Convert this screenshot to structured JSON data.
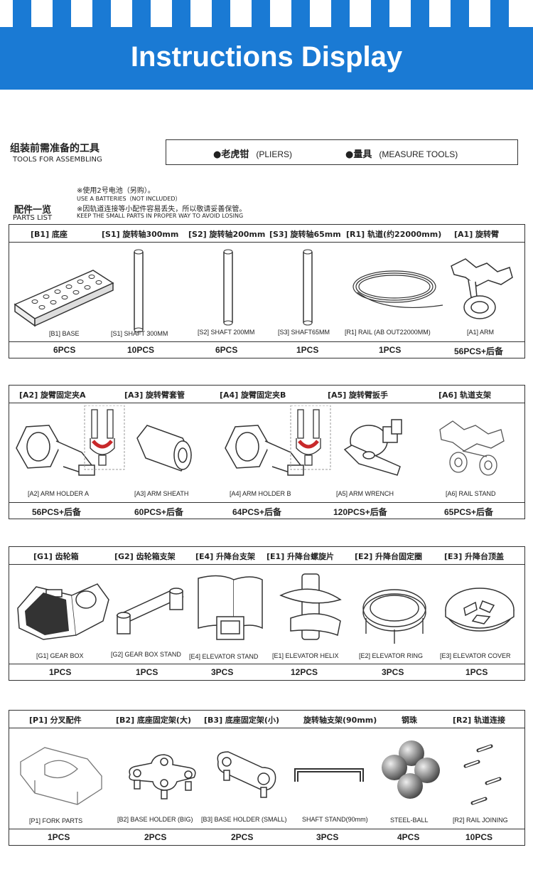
{
  "header": {
    "title": "Instructions Display"
  },
  "tools": {
    "title_zh": "组装前需准备的工具",
    "title_en": "TOOLS FOR ASSEMBLING",
    "items": [
      {
        "zh": "●老虎钳",
        "en": "(PLIERS)"
      },
      {
        "zh": "●量具",
        "en": "(MEASURE TOOLS)"
      }
    ]
  },
  "parts_list": {
    "title_zh": "配件一览",
    "title_en": "PARTS LIST",
    "notes": [
      "※使用2号电池（另购）。",
      "USE A BATTERIES（NOT INCLUDED）",
      "※因轨道连接等小配件容易丢失，所以敬请妥善保管。",
      "KEEP THE SMALL PARTS IN PROPER WAY TO AVOID LOSING"
    ]
  },
  "panels": [
    {
      "headers": [
        "[B1] 底座",
        "[S1] 旋转轴300mm",
        "[S2] 旋转轴200mm",
        "[S3] 旋转轴65mm",
        "[R1] 轨道(约22000mm)",
        "[A1] 旋转臂"
      ],
      "labels": [
        "[B1] BASE",
        "[S1] SHAFT 300MM",
        "[S2] SHAFT 200MM",
        "[S3] SHAFT65MM",
        "[R1] RAIL  (AB  OUT22000MM)",
        "[A1] ARM"
      ],
      "quantities": [
        "6PCS",
        "10PCS",
        "6PCS",
        "1PCS",
        "1PCS",
        "56PCS+后备"
      ]
    },
    {
      "headers": [
        "[A2] 旋臂固定夹A",
        "[A3] 旋转臂套管",
        "[A4] 旋臂固定夹B",
        "[A5] 旋转臂扳手",
        "[A6] 轨道支架"
      ],
      "labels": [
        "[A2] ARM HOLDER A",
        "[A3] ARM SHEATH",
        "[A4] ARM HOLDER B",
        "[A5] ARM WRENCH",
        "[A6] RAIL STAND"
      ],
      "quantities": [
        "56PCS+后备",
        "60PCS+后备",
        "64PCS+后备",
        "120PCS+后备",
        "65PCS+后备"
      ]
    },
    {
      "headers": [
        "[G1] 齿轮箱",
        "[G2] 齿轮箱支架",
        "[E4] 升降台支架",
        "[E1] 升降台螺旋片",
        "[E2] 升降台固定圈",
        "[E3] 升降台顶盖"
      ],
      "labels": [
        "[G1] GEAR BOX",
        "[G2] GEAR BOX STAND",
        "[E4] ELEVATOR STAND",
        "[E1] ELEVATOR HELIX",
        "[E2] ELEVATOR RING",
        "[E3] ELEVATOR COVER"
      ],
      "quantities": [
        "1PCS",
        "1PCS",
        "3PCS",
        "12PCS",
        "3PCS",
        "1PCS"
      ]
    },
    {
      "headers": [
        "[P1] 分叉配件",
        "[B2] 底座固定架(大)",
        "[B3] 底座固定架(小)",
        "旋转轴支架(90mm)",
        "钢珠",
        "[R2] 轨道连接"
      ],
      "labels": [
        "[P1] FORK PARTS",
        "[B2] BASE HOLDER (BIG)",
        "[B3] BASE HOLDER (SMALL)",
        "SHAFT STAND(90mm)",
        "STEEL-BALL",
        "[R2] RAIL JOINING"
      ],
      "quantities": [
        "1PCS",
        "2PCS",
        "2PCS",
        "3PCS",
        "4PCS",
        "10PCS"
      ]
    }
  ]
}
